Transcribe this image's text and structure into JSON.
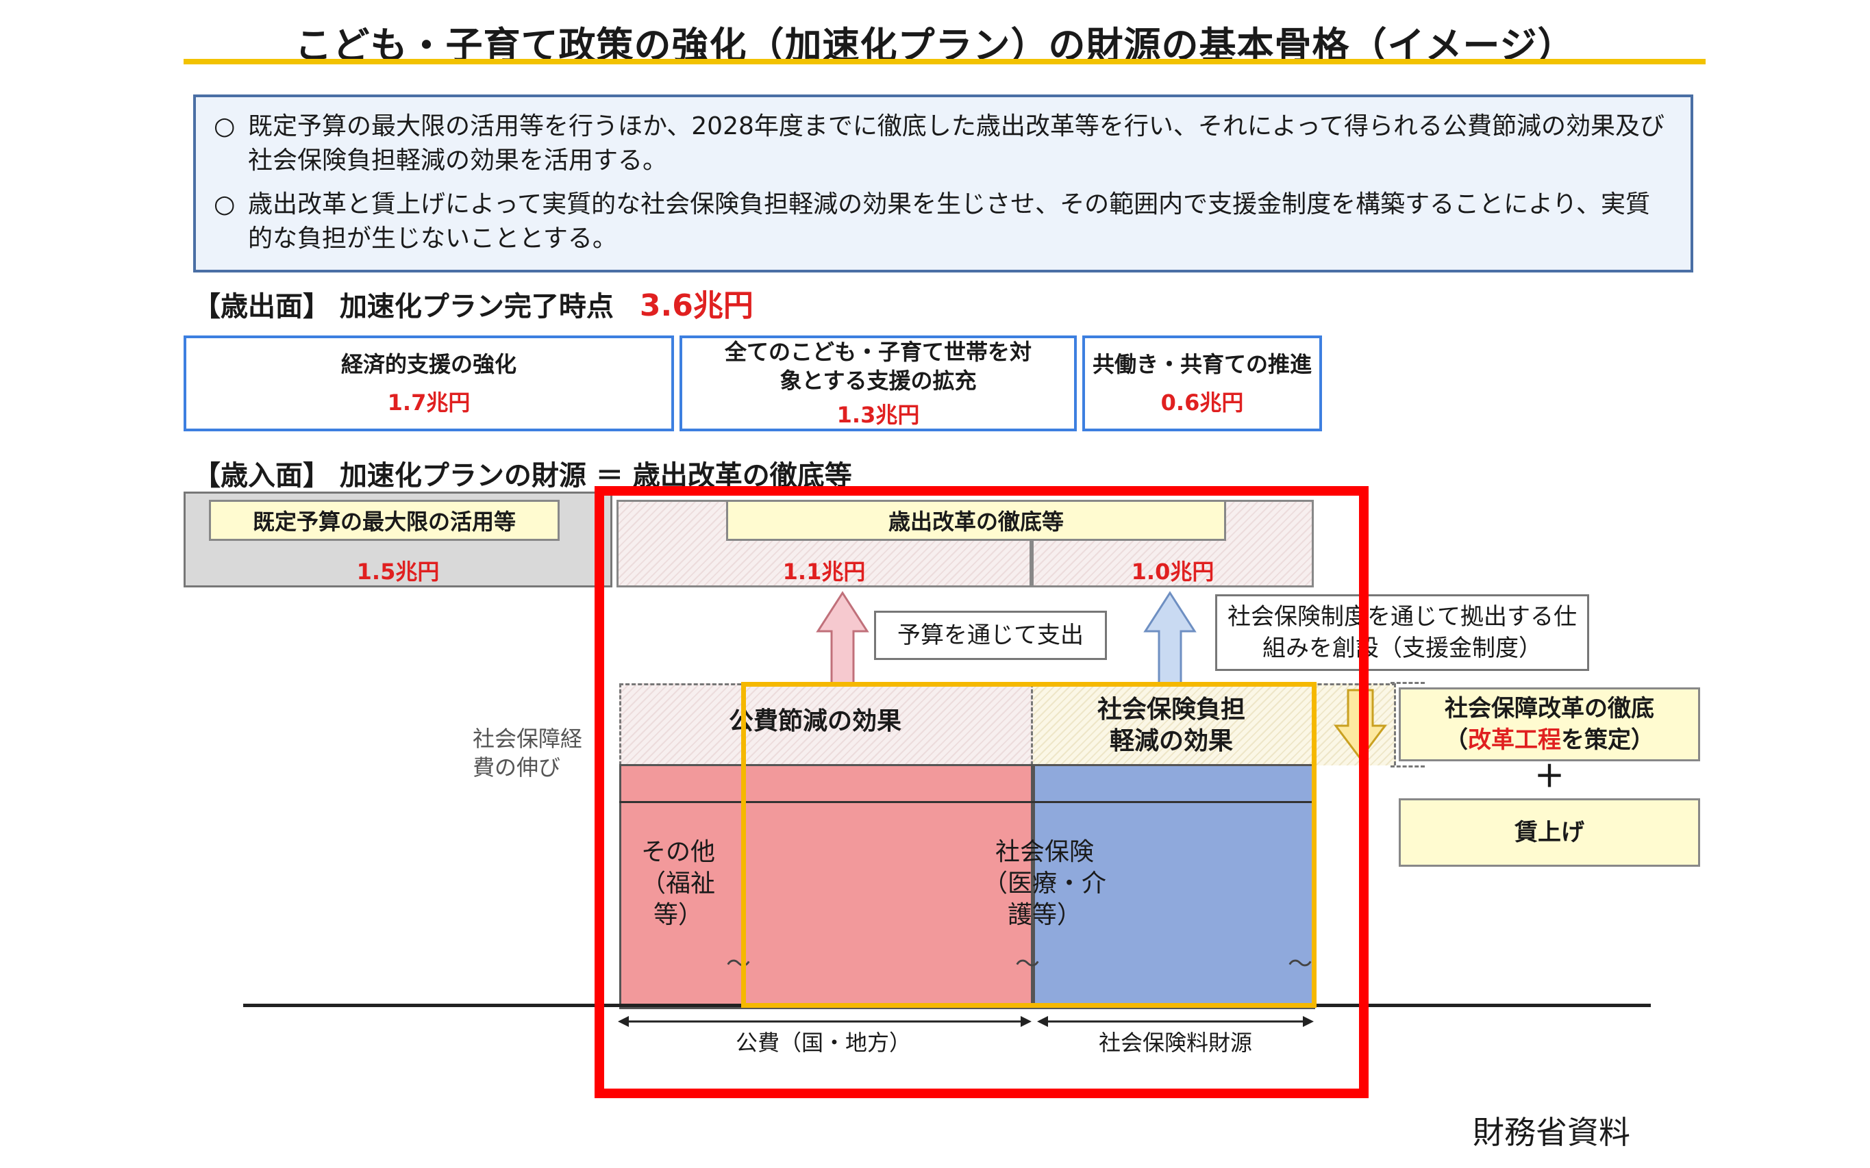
{
  "title": "こども・子育て政策の強化（加速化プラン）の財源の基本骨格（イメージ）",
  "summary": {
    "bullet": "○",
    "item1": "既定予算の最大限の活用等を行うほか、2028年度までに徹底した歳出改革等を行い、それによって得られる公費節減の効果及び社会保険負担軽減の効果を活用する。",
    "item2": "歳出改革と賃上げによって実質的な社会保険負担軽減の効果を生じさせ、その範囲内で支援金制度を構築することにより、実質的な負担が生じないこととする。"
  },
  "expenditure": {
    "label": "【歳出面】 加速化プラン完了時点",
    "total": "3.6兆円",
    "items": [
      {
        "title": "経済的支援の強化",
        "value": "1.7兆円"
      },
      {
        "title": "全てのこども・子育て世帯を対象とする支援の拡充",
        "value": "1.3兆円"
      },
      {
        "title": "共働き・共育ての推進",
        "value": "0.6兆円"
      }
    ]
  },
  "revenue": {
    "label": "【歳入面】 加速化プランの財源 ＝ 歳出改革の徹底等",
    "existing_budget": {
      "title": "既定予算の最大限の活用等",
      "value": "1.5兆円"
    },
    "reform": {
      "title": "歳出改革の徹底等",
      "value1": "1.1兆円",
      "value2": "1.0兆円"
    }
  },
  "diagram": {
    "callout_budget": "予算を通じて支出",
    "callout_support": "社会保険制度を通じて拠出する仕組みを創設（支援金制度）",
    "public_saving": "公費節減の効果",
    "social_burden": "社会保険負担軽減の効果",
    "growth_label": "社会保障経費の伸び",
    "other_welfare": "その他（福祉等）",
    "social_insurance": "社会保険（医療・介護等）",
    "axis_public": "公費（国・地方）",
    "axis_insurance": "社会保険料財源",
    "reform_box": "社会保障改革の徹底（改革工程を策定）",
    "reform_box_red": "改革工程",
    "plus": "＋",
    "wage_up": "賃上げ",
    "wave": "〜"
  },
  "source": "財務省資料",
  "colors": {
    "highlight_red": "#ff0000",
    "gold": "#f5b800",
    "pink": "#f2999b",
    "blue": "#8fa9dc"
  }
}
